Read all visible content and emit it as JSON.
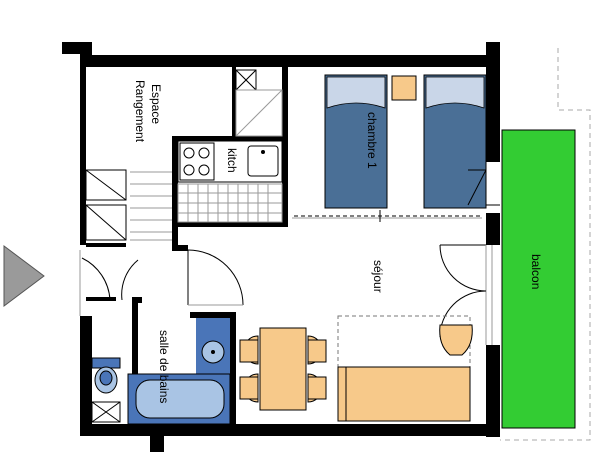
{
  "labels": {
    "espace": "Espace",
    "rangement": "Rangement",
    "kitch": "kitch",
    "chambre": "chambre 1",
    "sejour": "séjour",
    "balcon": "balcon",
    "salle": "salle de bains"
  },
  "colors": {
    "wall": "#000000",
    "bed": "#4a6f96",
    "bed_light": "#c9d6e8",
    "furniture": "#f7c98a",
    "balcony": "#33cc33",
    "bath_blue": "#4a75b8",
    "fixture_light": "#a9c4e4",
    "floor_tile": "#9a9a9a"
  }
}
